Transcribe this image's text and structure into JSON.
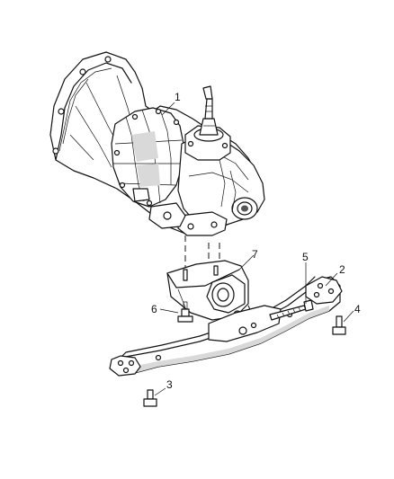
{
  "diagram": {
    "callouts": [
      {
        "id": "part-1",
        "label": "1"
      },
      {
        "id": "part-2",
        "label": "2"
      },
      {
        "id": "part-3",
        "label": "3"
      },
      {
        "id": "part-4",
        "label": "4"
      },
      {
        "id": "part-5",
        "label": "5"
      },
      {
        "id": "part-6",
        "label": "6"
      },
      {
        "id": "part-7",
        "label": "7"
      }
    ]
  }
}
